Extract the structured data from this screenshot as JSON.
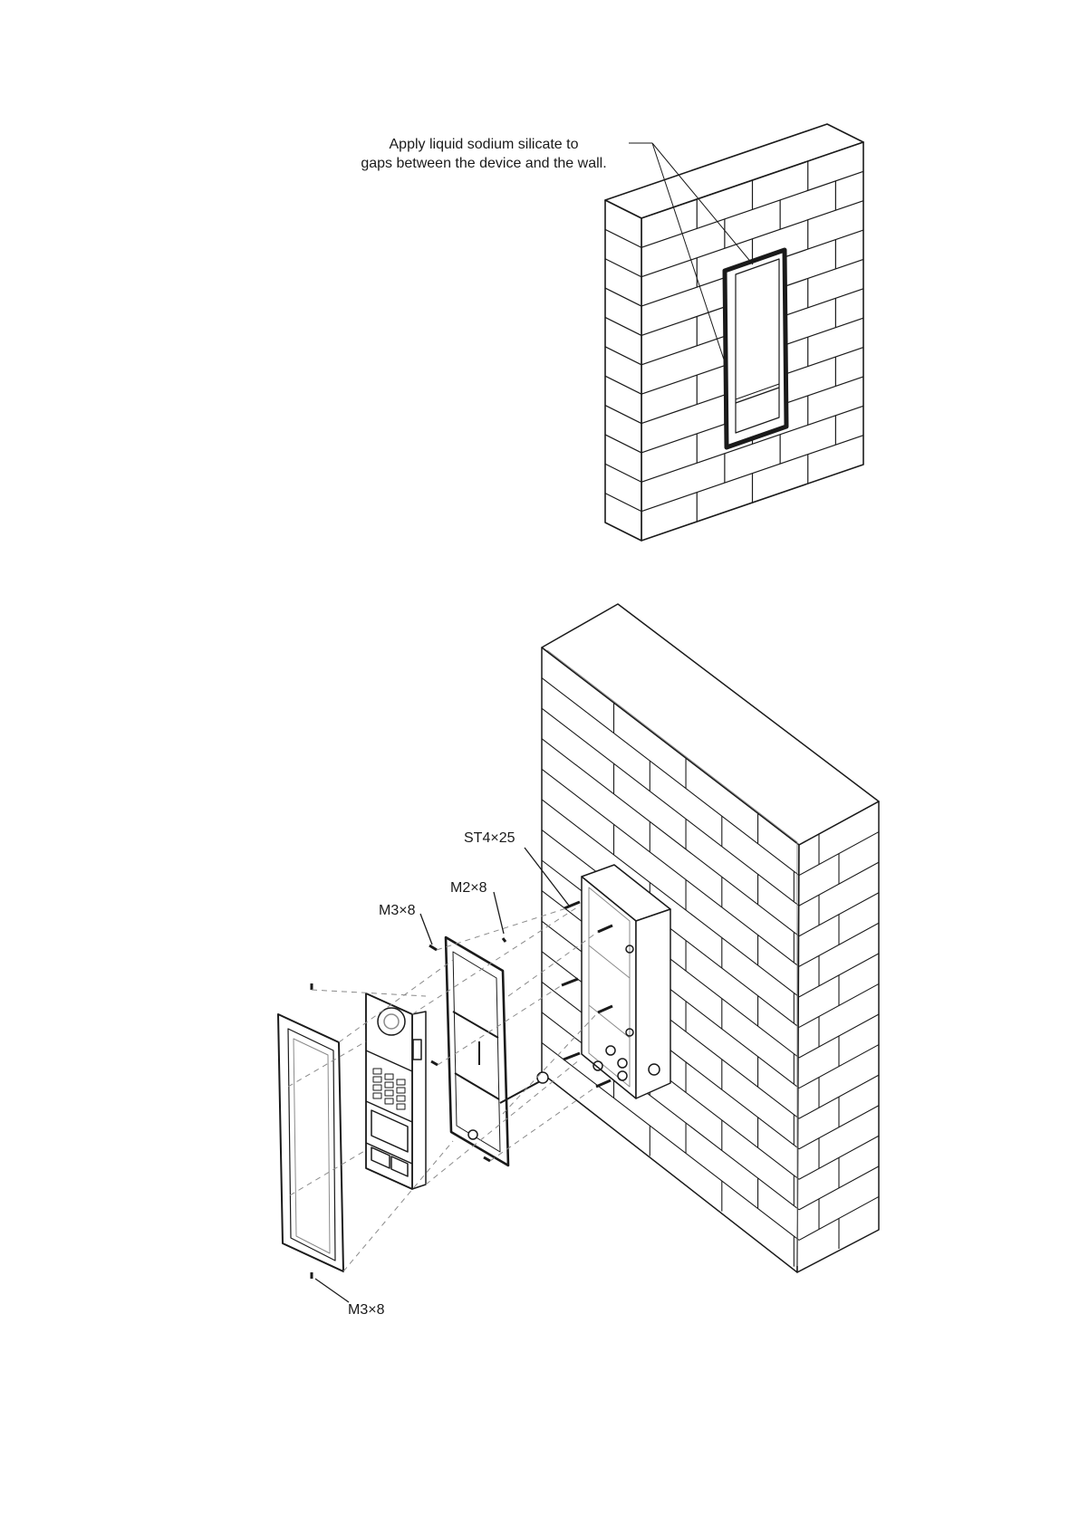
{
  "figure1": {
    "note_line1": "Apply liquid sodium silicate to",
    "note_line2": "gaps between the device and the wall."
  },
  "figure2": {
    "labels": {
      "st4x25": "ST4×25",
      "m2x8": "M2×8",
      "m3x8_top": "M3×8",
      "m3x8_bottom": "M3×8"
    }
  },
  "colors": {
    "stroke": "#1a1a1a",
    "light": "#8a8a8a",
    "paper": "#ffffff"
  }
}
